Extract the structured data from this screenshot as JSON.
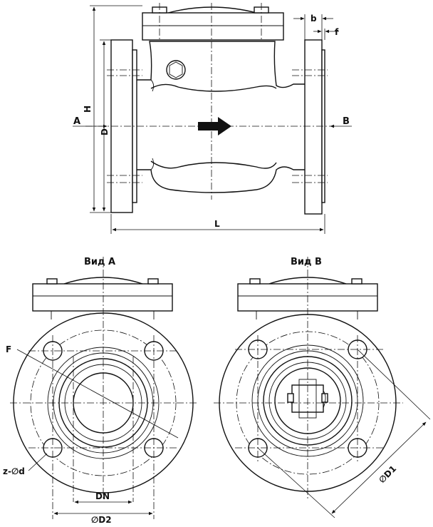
{
  "labels": {
    "view_a": "Вид А",
    "view_b": "Вид В",
    "arrow_a": "A",
    "arrow_b": "B",
    "dim_h": "H",
    "dim_d": "D",
    "dim_l": "L",
    "dim_b": "b",
    "dim_f": "f",
    "callout_f": "F",
    "bolt_holes": "z-∅d",
    "dim_dn": "DN",
    "dim_d2": "∅D2",
    "dim_d1": "∅D1"
  }
}
